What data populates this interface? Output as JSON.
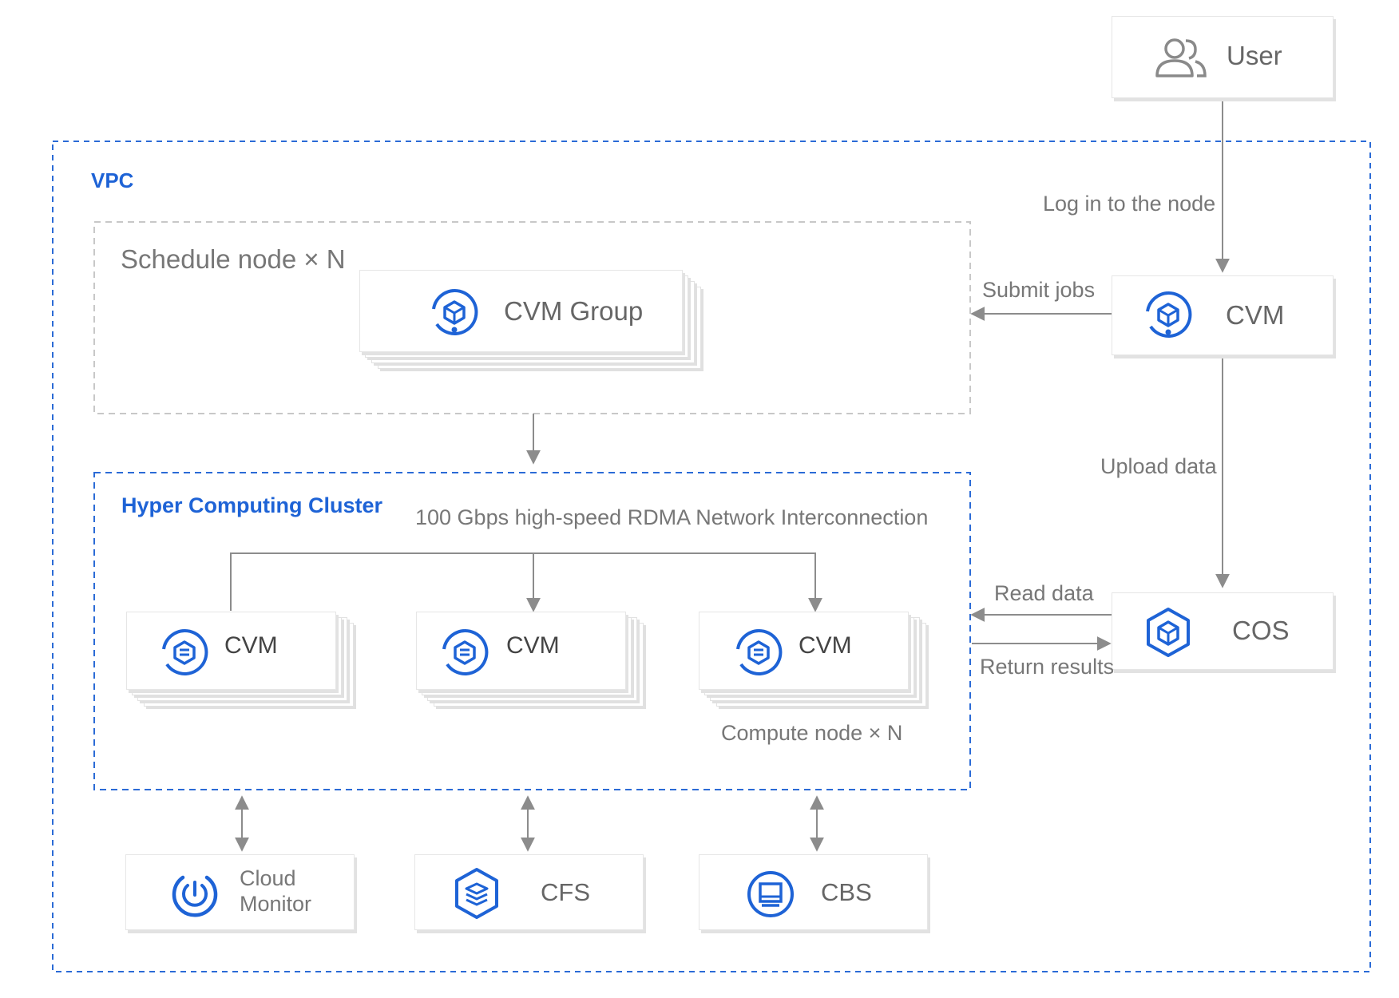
{
  "colors": {
    "brand": "#1e63d6",
    "arrow": "#8c8c8c",
    "dash_gray": "#c8c8c8"
  },
  "user": {
    "label": "User",
    "icon": "users-icon"
  },
  "vpc": {
    "label": "VPC"
  },
  "schedule": {
    "label": "Schedule node × N",
    "group_label": "CVM Group",
    "icon": "cvm-icon"
  },
  "login_cvm": {
    "label": "CVM",
    "icon": "cvm-icon"
  },
  "cos": {
    "label": "COS",
    "icon": "cos-icon"
  },
  "cluster": {
    "title": "Hyper Computing Cluster",
    "network_label": "100 Gbps high-speed RDMA Network Interconnection",
    "nodes": [
      {
        "label": "CVM"
      },
      {
        "label": "CVM"
      },
      {
        "label": "CVM"
      }
    ],
    "compute_label": "Compute node × N"
  },
  "services": [
    {
      "label_line1": "Cloud",
      "label_line2": "Monitor",
      "icon": "monitor-icon"
    },
    {
      "label": "CFS",
      "icon": "cfs-icon"
    },
    {
      "label": "CBS",
      "icon": "cbs-icon"
    }
  ],
  "edges": {
    "login": "Log in to the node",
    "submit": "Submit jobs",
    "upload": "Upload data",
    "read": "Read data",
    "return": "Return results"
  }
}
